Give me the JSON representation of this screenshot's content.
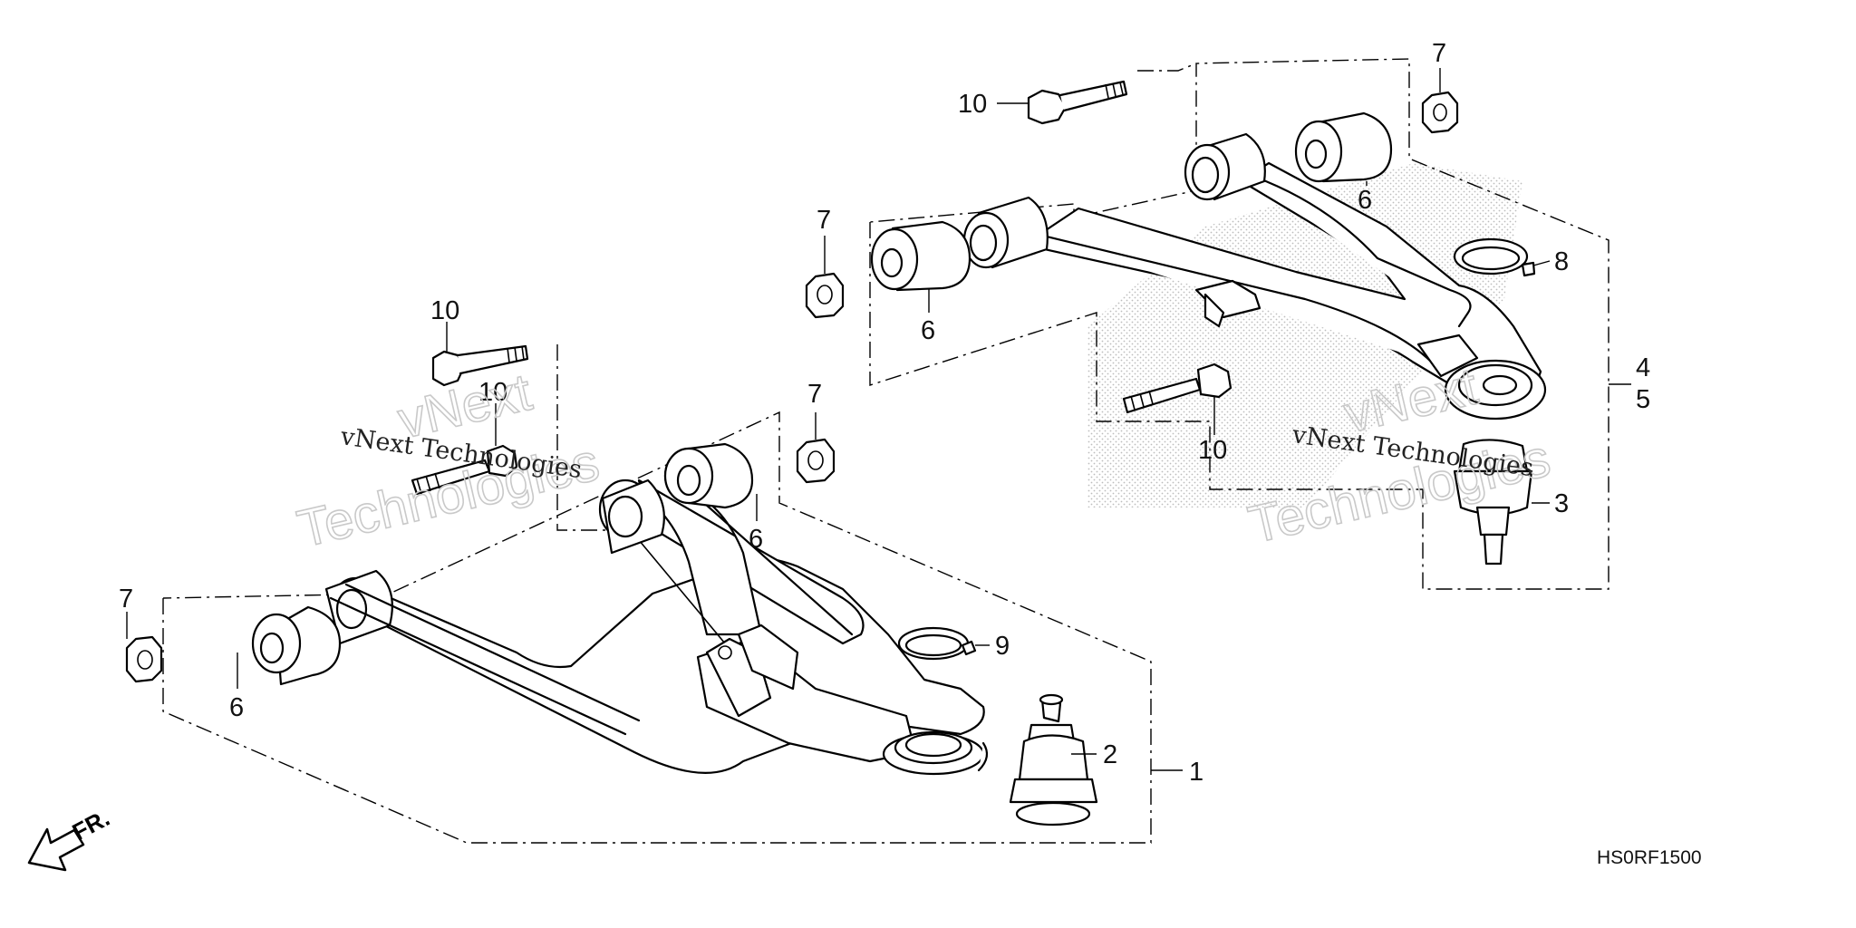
{
  "callouts": {
    "c1": "1",
    "c2": "2",
    "c3": "3",
    "c4": "4",
    "c5": "5",
    "c6": "6",
    "c7": "7",
    "c8": "8",
    "c9": "9",
    "c10": "10"
  },
  "direction": {
    "label": "FR."
  },
  "diagram_code": "HS0RF1500",
  "watermark": {
    "small": "vNext Technologies",
    "big_line1": "vNext",
    "big_line2": "Technologies"
  },
  "colors": {
    "line": "#000000",
    "background": "#ffffff",
    "watermark_outline": "#c9c9c9",
    "stipple": "#bdbdbd"
  }
}
